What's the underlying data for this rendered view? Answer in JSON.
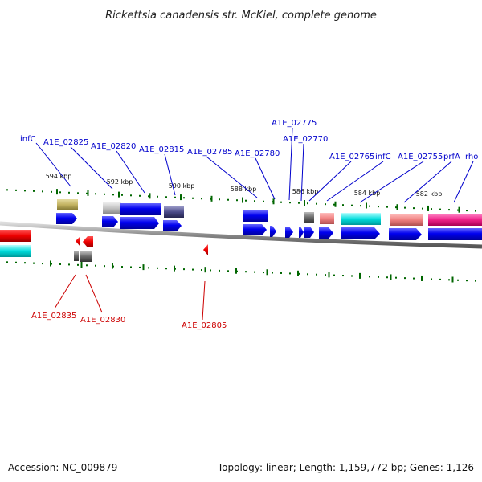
{
  "title": "Rickettsia canadensis str. McKiel, complete genome",
  "footer": {
    "accession": "Accession: NC_009879",
    "summary": "Topology: linear; Length: 1,159,772 bp; Genes: 1,126"
  },
  "colors": {
    "forward_label": "#0000cc",
    "reverse_label": "#cc0000",
    "tick": "#006600",
    "backbone": "#888888"
  },
  "tick_labels": [
    "594 kbp",
    "592 kbp",
    "590 kbp",
    "588 kbp",
    "586 kbp",
    "584 kbp",
    "582 kbp"
  ],
  "top_labels": [
    "infC",
    "A1E_02825",
    "A1E_02820",
    "A1E_02815",
    "A1E_02785",
    "A1E_02780",
    "A1E_02775",
    "A1E_02770",
    "A1E_02765",
    "infC",
    "A1E_02755",
    "prfA",
    "rho"
  ],
  "bottom_labels": [
    "A1E_02835",
    "A1E_02830",
    "A1E_02805"
  ]
}
